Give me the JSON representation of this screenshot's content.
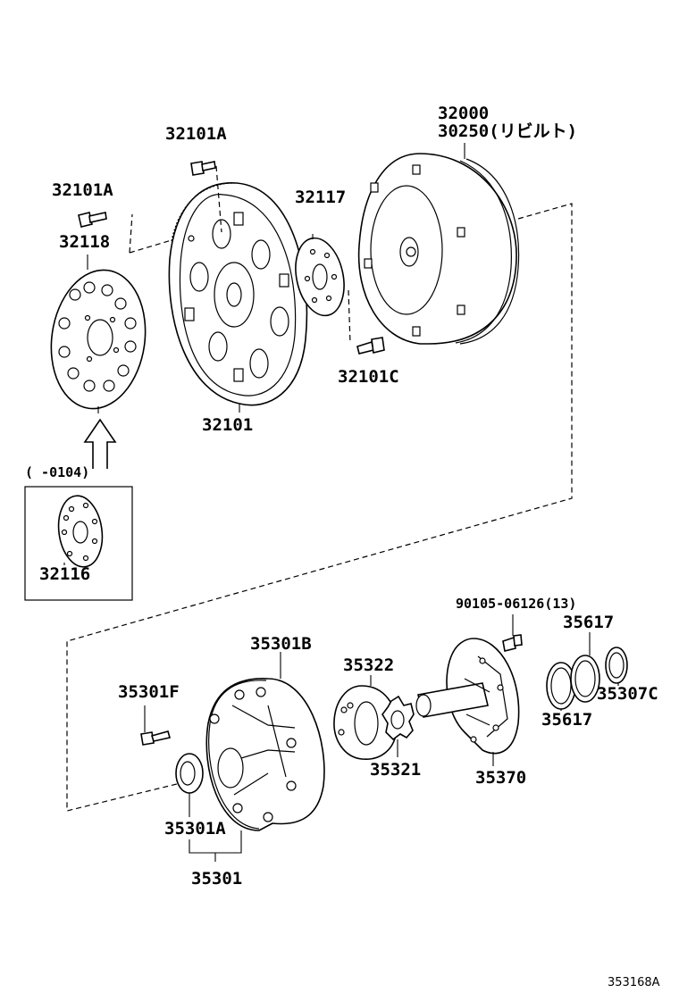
{
  "diagram": {
    "labels": {
      "p32000": "32000",
      "p30250": "30250(リビルト)",
      "p32101A_top": "32101A",
      "p32101A_left": "32101A",
      "p32118": "32118",
      "p32117": "32117",
      "p32101C": "32101C",
      "p32101": "32101",
      "range": "(    -0104)",
      "p32116": "32116",
      "p90105": "90105-06126(13)",
      "p35617_top": "35617",
      "p35307C": "35307C",
      "p35617_bottom": "35617",
      "p35301B": "35301B",
      "p35322": "35322",
      "p35301F": "35301F",
      "p35321": "35321",
      "p35370": "35370",
      "p35301A": "35301A",
      "p35301": "35301",
      "code": "353168A"
    }
  }
}
